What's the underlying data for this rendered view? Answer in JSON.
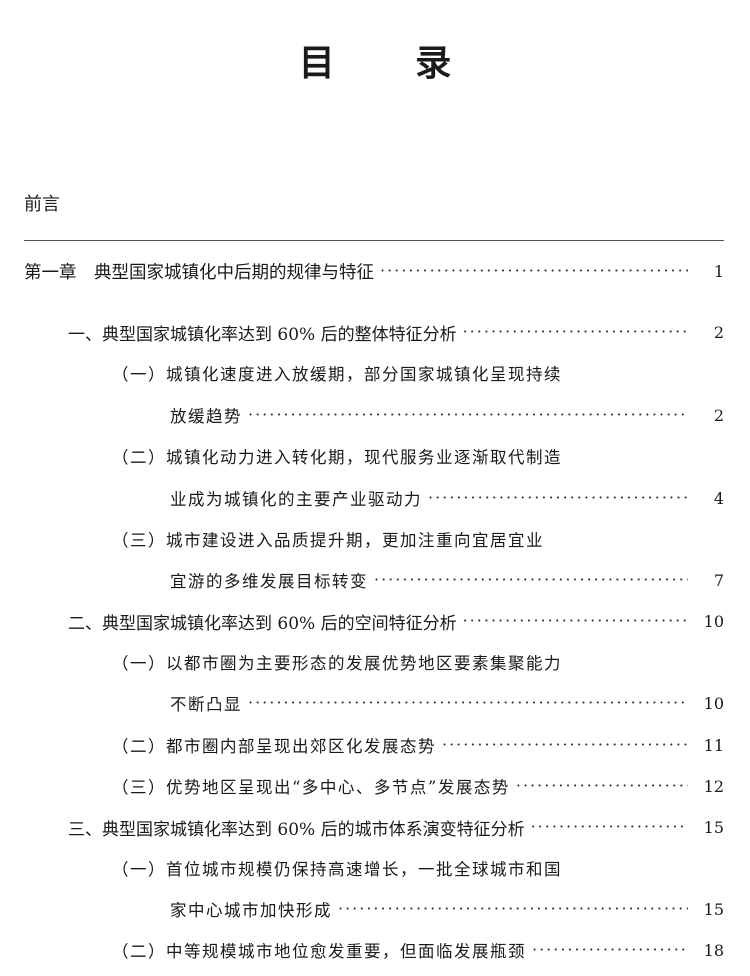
{
  "title": "目 录",
  "preface": "前言",
  "entries": [
    {
      "label": "第一章　典型国家城镇化中后期的规律与特征",
      "page": "1"
    },
    {
      "label": "一、典型国家城镇化率达到 60% 后的整体特征分析",
      "page": "2"
    },
    {
      "label": "（一）城镇化速度进入放缓期，部分国家城镇化呈现持续",
      "page": ""
    },
    {
      "label": "放缓趋势",
      "page": "2"
    },
    {
      "label": "（二）城镇化动力进入转化期，现代服务业逐渐取代制造",
      "page": ""
    },
    {
      "label": "业成为城镇化的主要产业驱动力",
      "page": "4"
    },
    {
      "label": "（三）城市建设进入品质提升期，更加注重向宜居宜业",
      "page": ""
    },
    {
      "label": "宜游的多维发展目标转变",
      "page": "7"
    },
    {
      "label": "二、典型国家城镇化率达到 60% 后的空间特征分析",
      "page": "10"
    },
    {
      "label": "（一）以都市圈为主要形态的发展优势地区要素集聚能力",
      "page": ""
    },
    {
      "label": "不断凸显",
      "page": "10"
    },
    {
      "label": "（二）都市圈内部呈现出郊区化发展态势",
      "page": "11"
    },
    {
      "label": "（三）优势地区呈现出“多中心、多节点”发展态势",
      "page": "12"
    },
    {
      "label": "三、典型国家城镇化率达到 60% 后的城市体系演变特征分析",
      "page": "15"
    },
    {
      "label": "（一）首位城市规模仍保持高速增长，一批全球城市和国",
      "page": ""
    },
    {
      "label": "家中心城市加快形成",
      "page": "15"
    },
    {
      "label": "（二）中等规模城市地位愈发重要，但面临发展瓶颈",
      "page": "18"
    }
  ]
}
